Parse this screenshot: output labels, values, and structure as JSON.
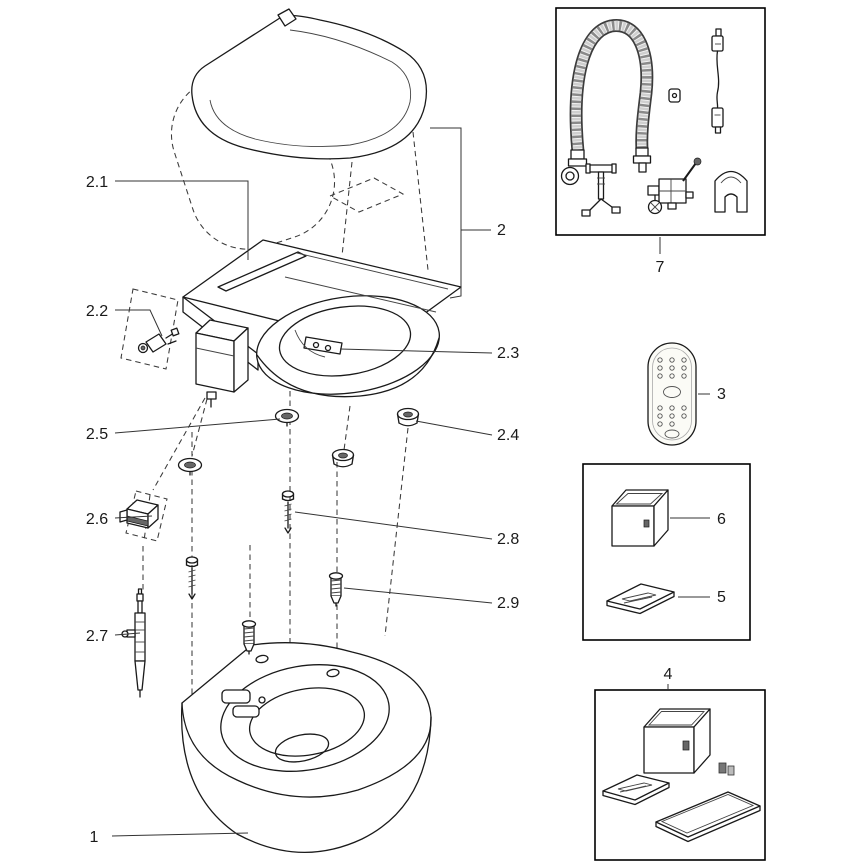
{
  "diagram": {
    "type": "exploded-parts-diagram",
    "background": "#ffffff",
    "line_color": "#1a1a1a",
    "callouts": {
      "part_1": "1",
      "part_2": "2",
      "part_2_1": "2.1",
      "part_2_2": "2.2",
      "part_2_3": "2.3",
      "part_2_4": "2.4",
      "part_2_5": "2.5",
      "part_2_6": "2.6",
      "part_2_7": "2.7",
      "part_2_8": "2.8",
      "part_2_9": "2.9",
      "part_3": "3",
      "part_4": "4",
      "part_5": "5",
      "part_6": "6",
      "part_7": "7"
    }
  }
}
